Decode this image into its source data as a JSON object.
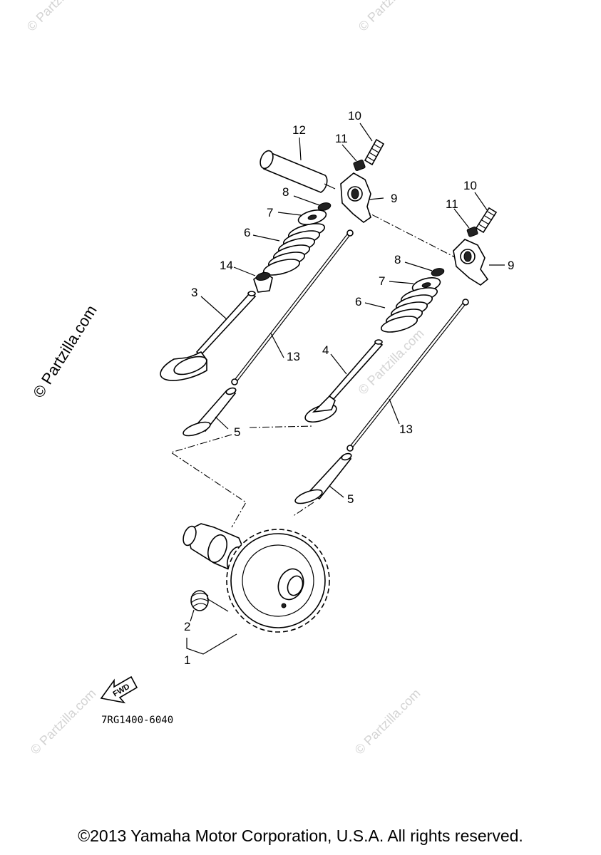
{
  "callouts": [
    {
      "id": "c1",
      "label": "1"
    },
    {
      "id": "c2",
      "label": "2"
    },
    {
      "id": "c3",
      "label": "3"
    },
    {
      "id": "c4",
      "label": "4"
    },
    {
      "id": "c5a",
      "label": "5"
    },
    {
      "id": "c5b",
      "label": "5"
    },
    {
      "id": "c6a",
      "label": "6"
    },
    {
      "id": "c6b",
      "label": "6"
    },
    {
      "id": "c7a",
      "label": "7"
    },
    {
      "id": "c7b",
      "label": "7"
    },
    {
      "id": "c8a",
      "label": "8"
    },
    {
      "id": "c8b",
      "label": "8"
    },
    {
      "id": "c9a",
      "label": "9"
    },
    {
      "id": "c9b",
      "label": "9"
    },
    {
      "id": "c10a",
      "label": "10"
    },
    {
      "id": "c10b",
      "label": "10"
    },
    {
      "id": "c11a",
      "label": "11"
    },
    {
      "id": "c11b",
      "label": "11"
    },
    {
      "id": "c12",
      "label": "12"
    },
    {
      "id": "c13a",
      "label": "13"
    },
    {
      "id": "c13b",
      "label": "13"
    },
    {
      "id": "c14",
      "label": "14"
    }
  ],
  "fwd_label": "FWD",
  "part_number": "7RG1400-6040",
  "watermark_side": "© Partzilla.com",
  "watermark_small": "© Partzilla.com",
  "copyright": "©2013 Yamaha Motor Corporation, U.S.A. All rights reserved."
}
